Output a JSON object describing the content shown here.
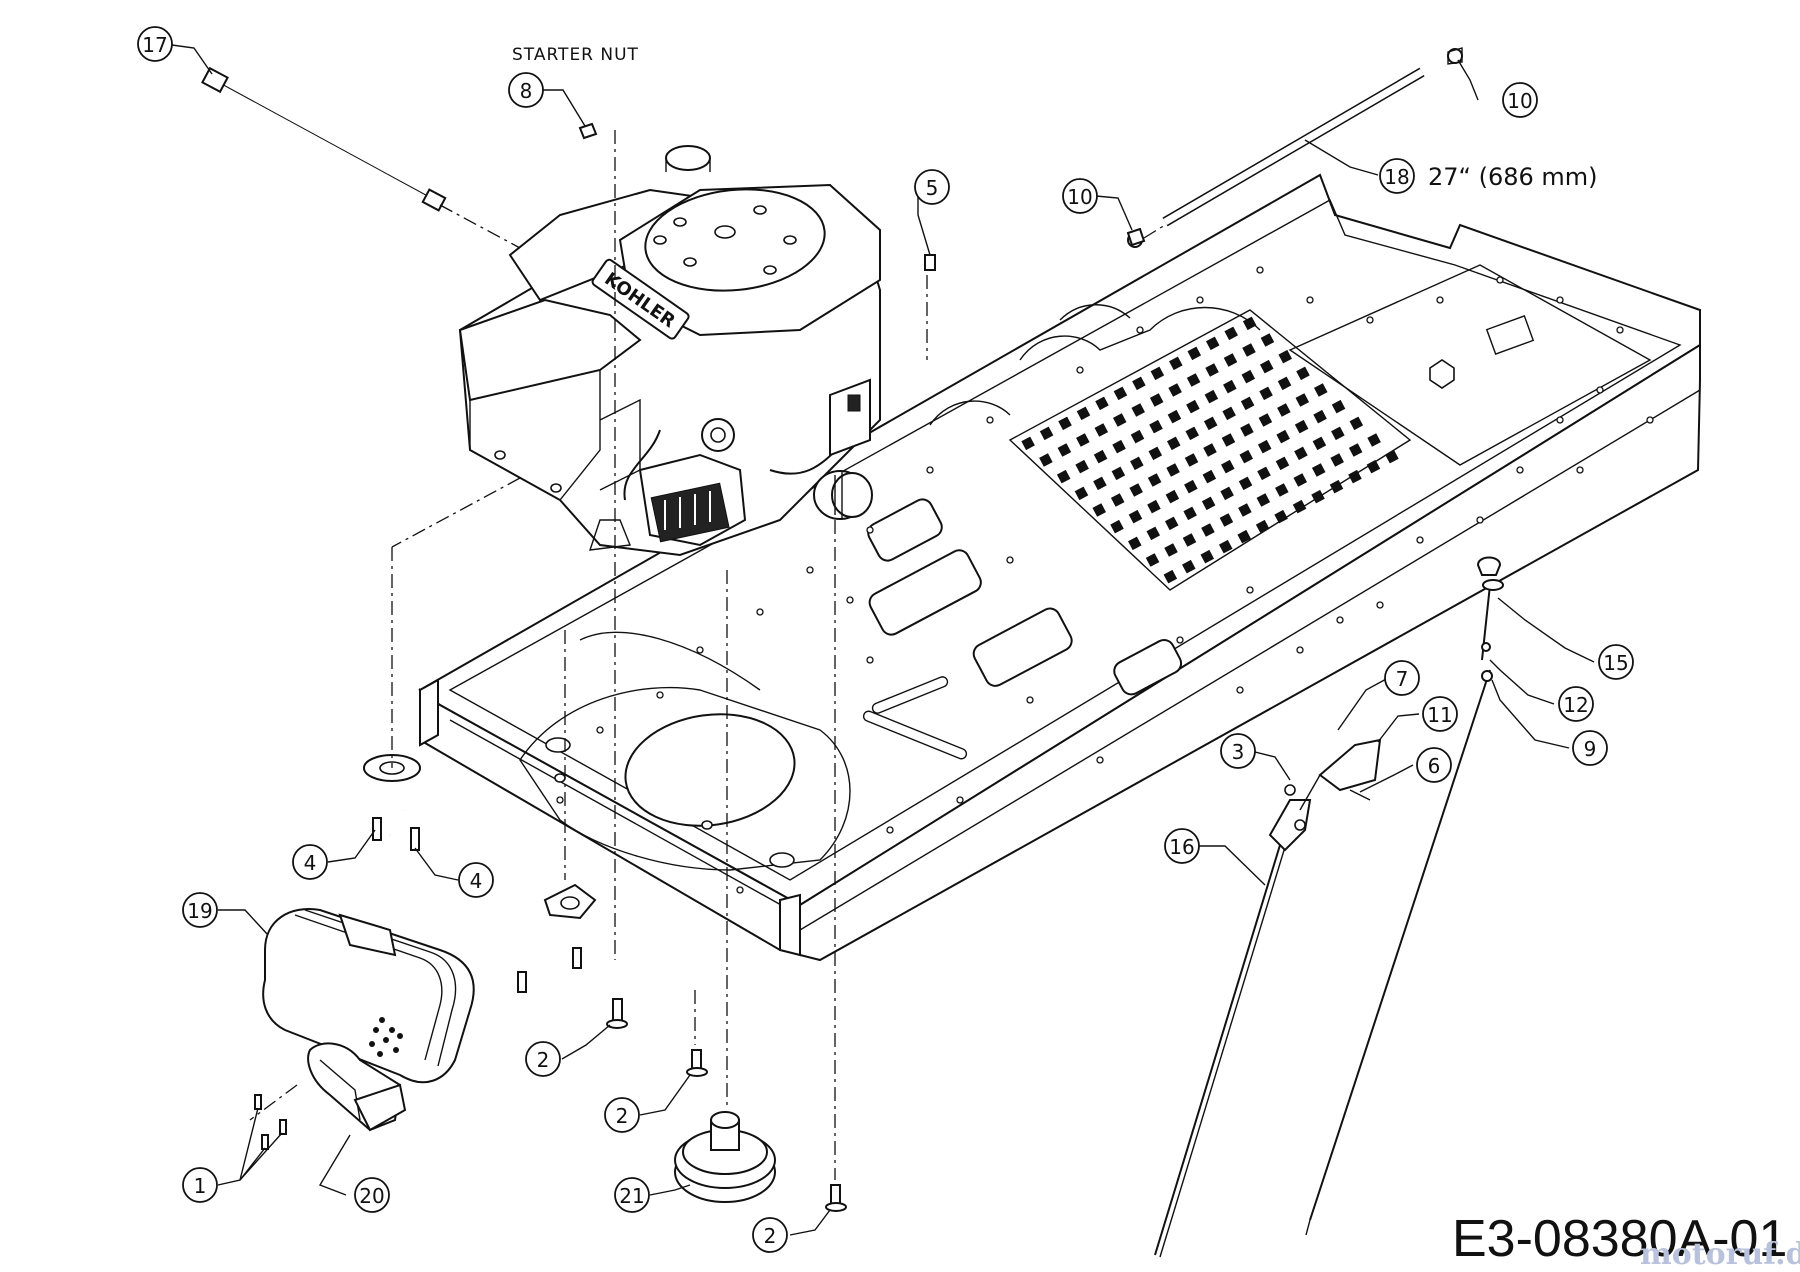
{
  "diagram": {
    "id_code": "E3-08380A-01",
    "watermark": "motoruf.de",
    "notes": {
      "starter_nut": "STARTER NUT",
      "rod_length": "27“ (686 mm)"
    },
    "engine_brand": "KOHLER",
    "callouts": [
      {
        "key": "c17",
        "label": "17"
      },
      {
        "key": "c8",
        "label": "8"
      },
      {
        "key": "c10a",
        "label": "10"
      },
      {
        "key": "c18",
        "label": "18"
      },
      {
        "key": "c10b",
        "label": "10"
      },
      {
        "key": "c5",
        "label": "5"
      },
      {
        "key": "c15",
        "label": "15"
      },
      {
        "key": "c7",
        "label": "7"
      },
      {
        "key": "c11",
        "label": "11"
      },
      {
        "key": "c12",
        "label": "12"
      },
      {
        "key": "c3",
        "label": "3"
      },
      {
        "key": "c6",
        "label": "6"
      },
      {
        "key": "c9",
        "label": "9"
      },
      {
        "key": "c16",
        "label": "16"
      },
      {
        "key": "c4a",
        "label": "4"
      },
      {
        "key": "c4b",
        "label": "4"
      },
      {
        "key": "c19",
        "label": "19"
      },
      {
        "key": "c2a",
        "label": "2"
      },
      {
        "key": "c2b",
        "label": "2"
      },
      {
        "key": "c1",
        "label": "1"
      },
      {
        "key": "c20",
        "label": "20"
      },
      {
        "key": "c21",
        "label": "21"
      },
      {
        "key": "c2c",
        "label": "2"
      }
    ]
  }
}
